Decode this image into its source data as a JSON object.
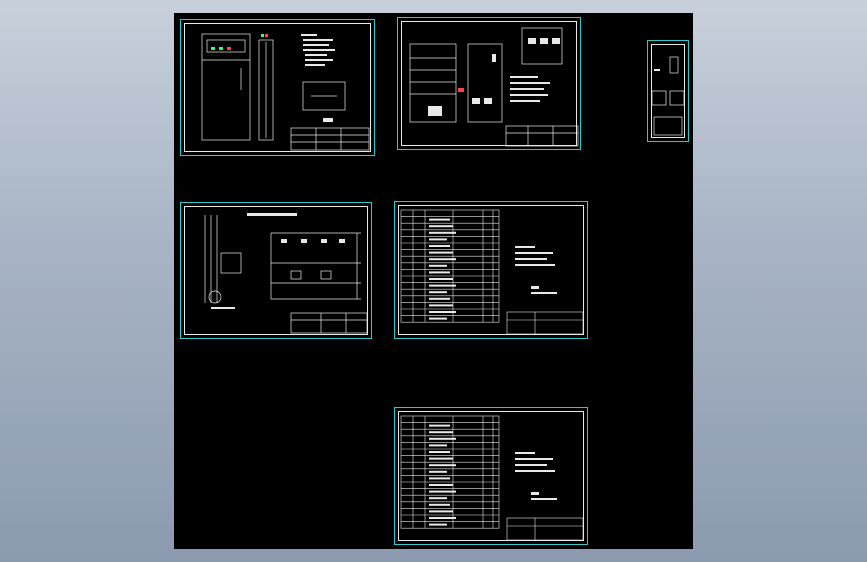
{
  "colors": {
    "frame": "#33c9c9",
    "line": "#e8e8e8",
    "accent_green": "#33ff66",
    "accent_red": "#ff4444",
    "canvas": "#000000"
  },
  "sheets": [
    {
      "id": "cabinet-front",
      "kind": "cabinet-elevation"
    },
    {
      "id": "cabinet-layout",
      "kind": "panel-layout"
    },
    {
      "id": "side-view",
      "kind": "side-view"
    },
    {
      "id": "wiring-diagram",
      "kind": "schematic"
    },
    {
      "id": "parts-list-1",
      "kind": "bill-of-materials"
    },
    {
      "id": "parts-list-2",
      "kind": "bill-of-materials"
    }
  ]
}
